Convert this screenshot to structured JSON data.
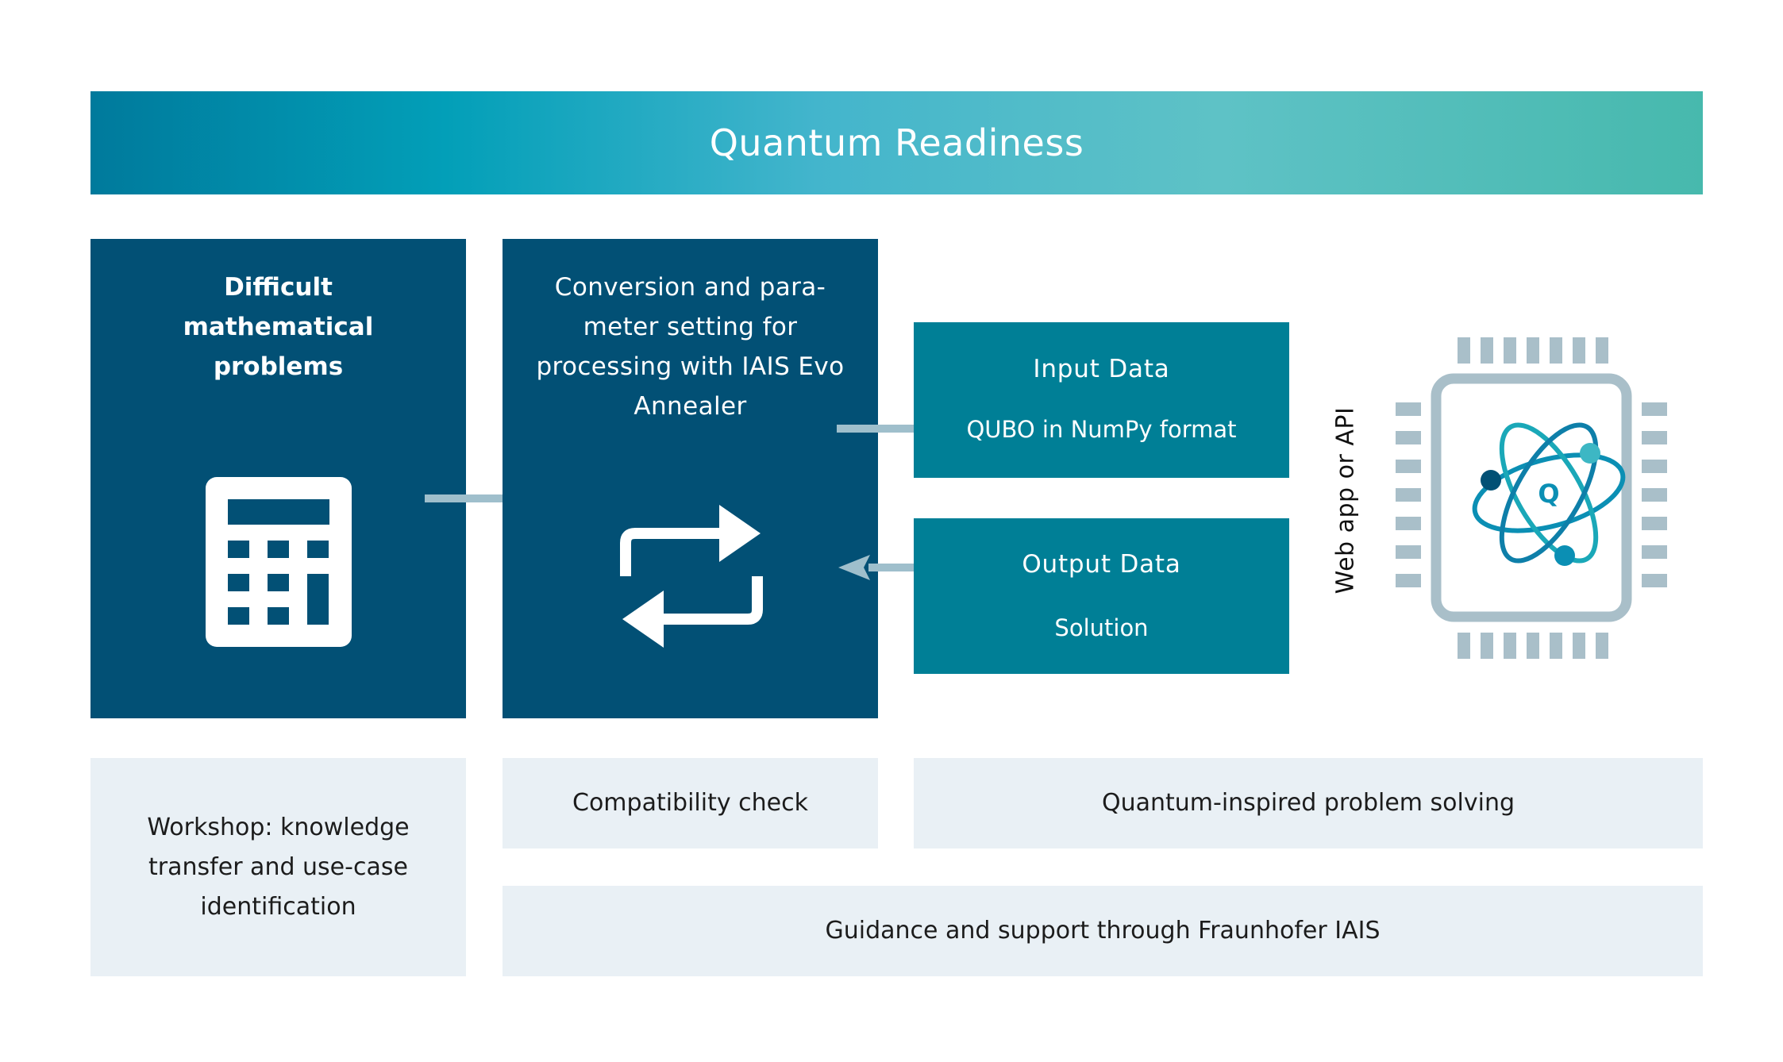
{
  "banner": {
    "title": "Quantum Readiness"
  },
  "boxes": {
    "problems": {
      "title": "Difficult mathematical problems",
      "icon": "calculator-icon"
    },
    "conversion": {
      "title": "Conversion and para-meter setting for processing with IAIS Evo Annealer",
      "icon": "repeat-arrows-icon"
    },
    "input": {
      "title": "Input Data",
      "subtitle": "QUBO in NumPy format"
    },
    "output": {
      "title": "Output Data",
      "subtitle": "Solution"
    }
  },
  "interface_label": "Web app or API",
  "chip": {
    "letter": "Q",
    "icon": "quantum-chip-icon"
  },
  "phases": {
    "workshop": "Workshop: knowledge transfer and use-case identification",
    "compatibility": "Compatibility check",
    "solving": "Quantum-inspired problem solving",
    "guidance": "Guidance and support through Fraunhofer IAIS"
  },
  "colors": {
    "dark_blue": "#025075",
    "teal": "#007f96",
    "light_panel": "#e9f0f5",
    "arrow": "#9fbfcc",
    "chip": "#a9bfc9"
  }
}
